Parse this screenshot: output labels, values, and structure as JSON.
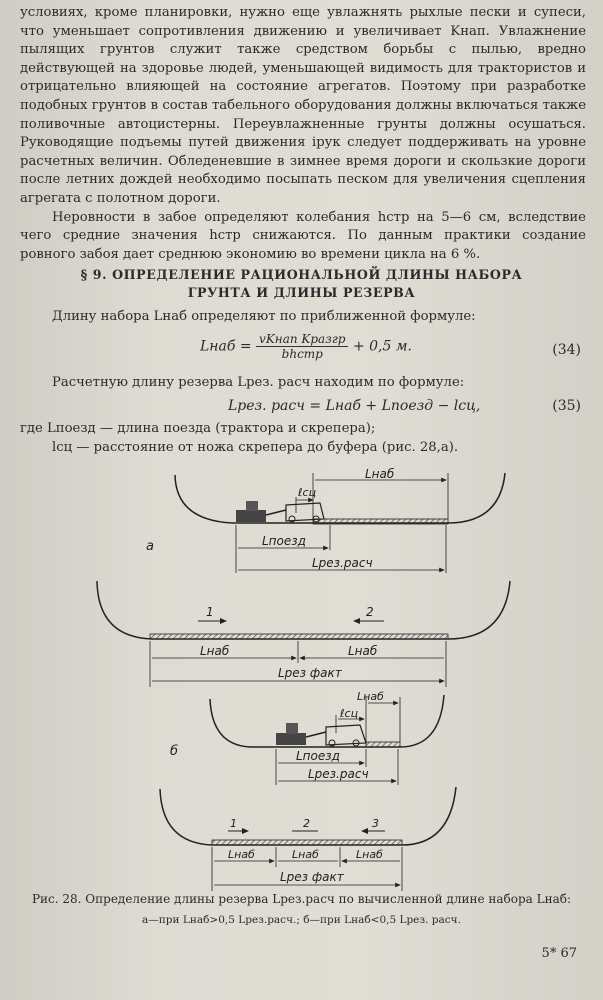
{
  "para1": "условиях, кроме планировки, нужно еще увлажнять рыхлые пески и супеси, что уменьшает сопротивления движению и увеличивает Kнап. Увлажнение пылящих грунтов служит также средством борьбы с пылью, вредно действующей на здоровье людей, уменьшающей видимость для трактористов и отрицательно влияющей на состояние агрегатов. Поэтому при разработке подобных грунтов в состав табельного оборудования должны включаться также поливочные автоцистерны. Переувлажненные грунты должны осушаться. Руководящие подъемы путей движения iрук следует поддерживать на уровне расчетных величин. Обледеневшие в зимнее время дороги и скользкие дороги после летних дождей необходимо посыпать песком для увеличения сцепления агрегата с полотном дороги.",
  "para2": "Неровности в забое определяют колебания hстр на 5—6 см, вследствие чего средние значения hстр снижаются. По данным практики создание ровного забоя дает среднюю экономию во времени цикла на 6 %.",
  "heading_line1": "§ 9. ОПРЕДЕЛЕНИЕ РАЦИОНАЛЬНОЙ ДЛИНЫ НАБОРА",
  "heading_line2": "ГРУНТА И ДЛИНЫ РЕЗЕРВА",
  "para3": "Длину набора Lнаб определяют по приближенной формуле:",
  "f34": {
    "lhs": "Lнаб =",
    "num": "vKнап Kразгр",
    "den": "bhстр",
    "rhs": "+ 0,5 м.",
    "no": "(34)"
  },
  "para4": "Расчетную длину резерва Lрез. расч находим по формуле:",
  "f35": {
    "expr": "Lрез. расч = Lнаб + Lпоезд − lсц,",
    "no": "(35)"
  },
  "def1": "где Lпоезд — длина поезда (трактора и скрепера);",
  "def2": "lсц — расстояние от ножа скрепера до буфера (рис. 28,а).",
  "fig": {
    "a": "а",
    "b": "б",
    "l_nab": "Lнаб",
    "l_sc": "ℓсц",
    "l_poezd": "Lпоезд",
    "l_rez_rasch": "Lрез.расч",
    "l_rez_fakt": "Lрез факт",
    "n1": "1",
    "n2": "2",
    "n3": "3"
  },
  "caption1": "Рис. 28. Определение длины резерва Lрез.расч по вычисленной длине набора Lнаб:",
  "caption2": "а—при Lнаб>0,5 Lрез.расч.; б—при Lнаб<0,5 Lрез. расч.",
  "page_number": "5* 67"
}
